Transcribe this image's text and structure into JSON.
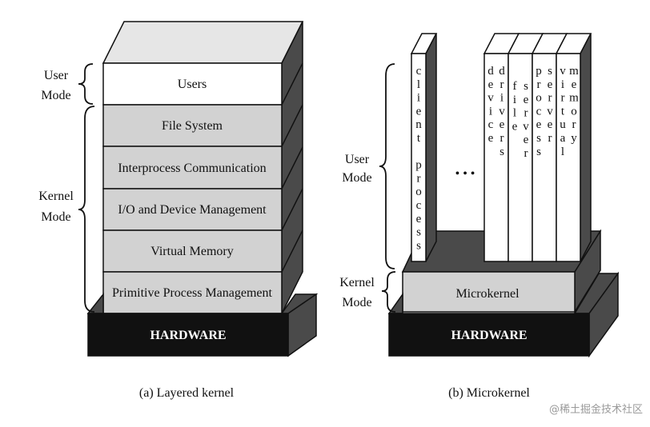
{
  "layered": {
    "user_mode_label": [
      "User",
      "Mode"
    ],
    "kernel_mode_label": [
      "Kernel",
      "Mode"
    ],
    "layers": [
      "Users",
      "File System",
      "Interprocess Communication",
      "I/O and Device Management",
      "Virtual Memory",
      "Primitive Process Management"
    ],
    "hardware": "HARDWARE",
    "caption": "(a) Layered kernel"
  },
  "micro": {
    "user_mode_label": [
      "User",
      "Mode"
    ],
    "kernel_mode_label": [
      "Kernel",
      "Mode"
    ],
    "columns": [
      "client process",
      "device drivers",
      "file server",
      "process server",
      "virtual memory"
    ],
    "ellipsis": "• • •",
    "microkernel": "Microkernel",
    "hardware": "HARDWARE",
    "caption": "(b) Microkernel"
  },
  "watermark": "@稀土掘金技术社区",
  "colors": {
    "white_face": "#ffffff",
    "gray_face": "#d2d2d2",
    "dark_side": "#4a4a4a",
    "top_face": "#e6e6e6",
    "hardware": "#111111"
  }
}
